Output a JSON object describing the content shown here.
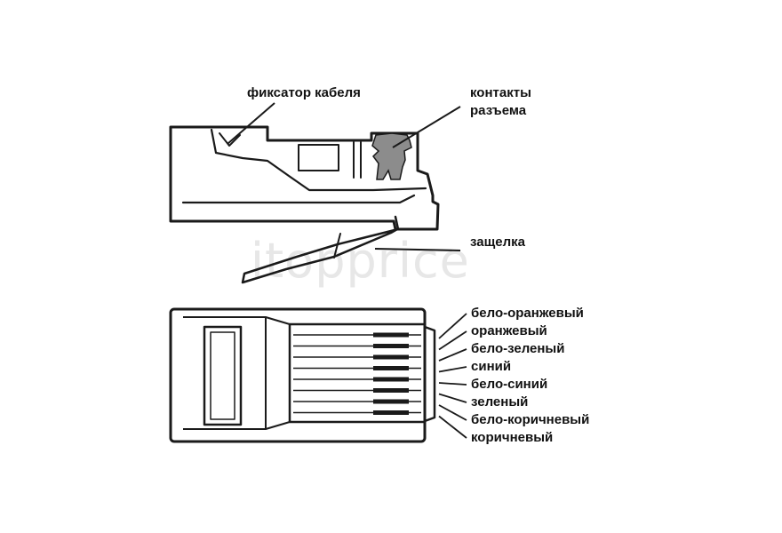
{
  "side_view": {
    "cable_retainer_label": "фиксатор кабеля",
    "contacts_label_line1": "контакты",
    "contacts_label_line2": "разъема",
    "latch_label": "защелка"
  },
  "front_view": {
    "wire_labels": [
      "бело-оранжевый",
      "оранжевый",
      "бело-зеленый",
      "синий",
      "бело-синий",
      "зеленый",
      "бело-коричневый",
      "коричневый"
    ]
  },
  "watermark": "itopprice",
  "colors": {
    "stroke": "#1a1a1a",
    "contact_fill": "#8c8c8c",
    "watermark": "#aaaaaa"
  }
}
